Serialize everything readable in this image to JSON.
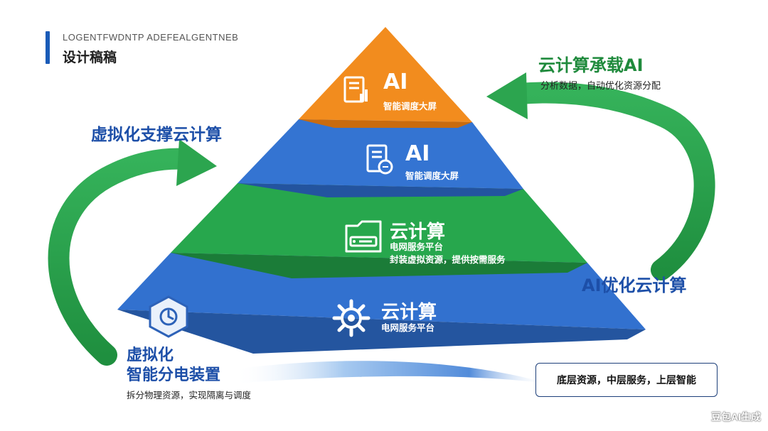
{
  "header": {
    "subtitle_en": "LOGENTFWDNTP ADEFEALGENTNEB",
    "title_cn": "设计稿稿"
  },
  "pyramid": {
    "tiers": [
      {
        "title": "AI",
        "subtitle": "智能调度大屏",
        "color": "#f08a1c",
        "icon": "report-chart-icon"
      },
      {
        "title": "AI",
        "subtitle": "智能调度大屏",
        "color": "#2f6fd0",
        "icon": "document-icon"
      },
      {
        "title": "云计算",
        "subtitle": "电网服务平台",
        "subtitle2": "封装虚拟资源，提供按需服务",
        "color": "#23a24a",
        "icon": "server-card-icon"
      },
      {
        "title": "云计算",
        "subtitle": "电网服务平台",
        "color": "#2f6fd0",
        "icon": "gear-icon"
      }
    ]
  },
  "labels": {
    "left_arrow": "虚拟化支撑云计算",
    "top_right_title": "云计算承载AI",
    "top_right_desc": "分析数据，自动优化资源分配",
    "right_mid": "AI优化云计算",
    "bottom_left_title1": "虚拟化",
    "bottom_left_title2": "智能分电装置",
    "bottom_left_desc": "拆分物理资源，实现隔离与调度",
    "footer_box": "底层资源，中层服务，上层智能"
  },
  "watermark": "豆包AI生成",
  "colors": {
    "blue": "#2f6fd0",
    "green": "#23a24a",
    "orange": "#f08a1c",
    "navy": "#1d4fa8"
  }
}
